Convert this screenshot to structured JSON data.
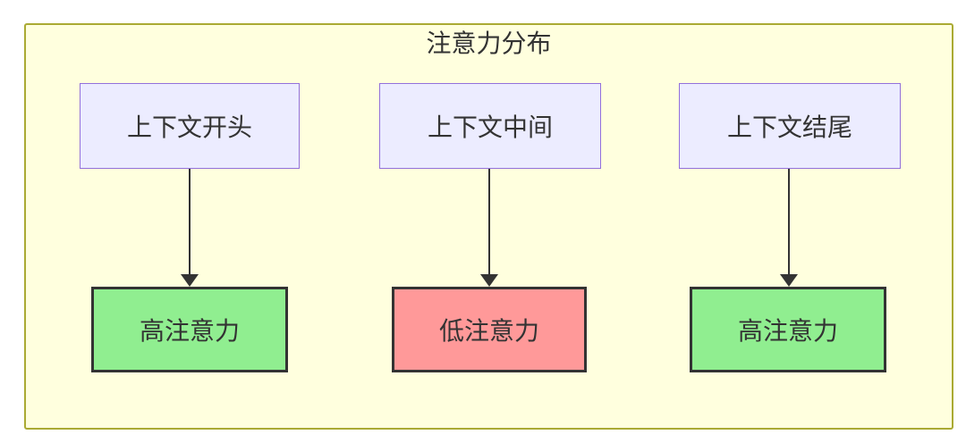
{
  "diagram": {
    "title": "注意力分布",
    "columns": [
      {
        "source": "上下文开头",
        "result": "高注意力",
        "level": "high"
      },
      {
        "source": "上下文中间",
        "result": "低注意力",
        "level": "low"
      },
      {
        "source": "上下文结尾",
        "result": "高注意力",
        "level": "high"
      }
    ],
    "colors": {
      "cluster_fill": "#ffffde",
      "cluster_stroke": "#aaaa33",
      "source_fill": "#ececff",
      "source_stroke": "#9370db",
      "high_attention_fill": "#90ee90",
      "low_attention_fill": "#ff9999",
      "result_stroke": "#333333",
      "arrow_color": "#333333",
      "text_color": "#333333"
    }
  }
}
